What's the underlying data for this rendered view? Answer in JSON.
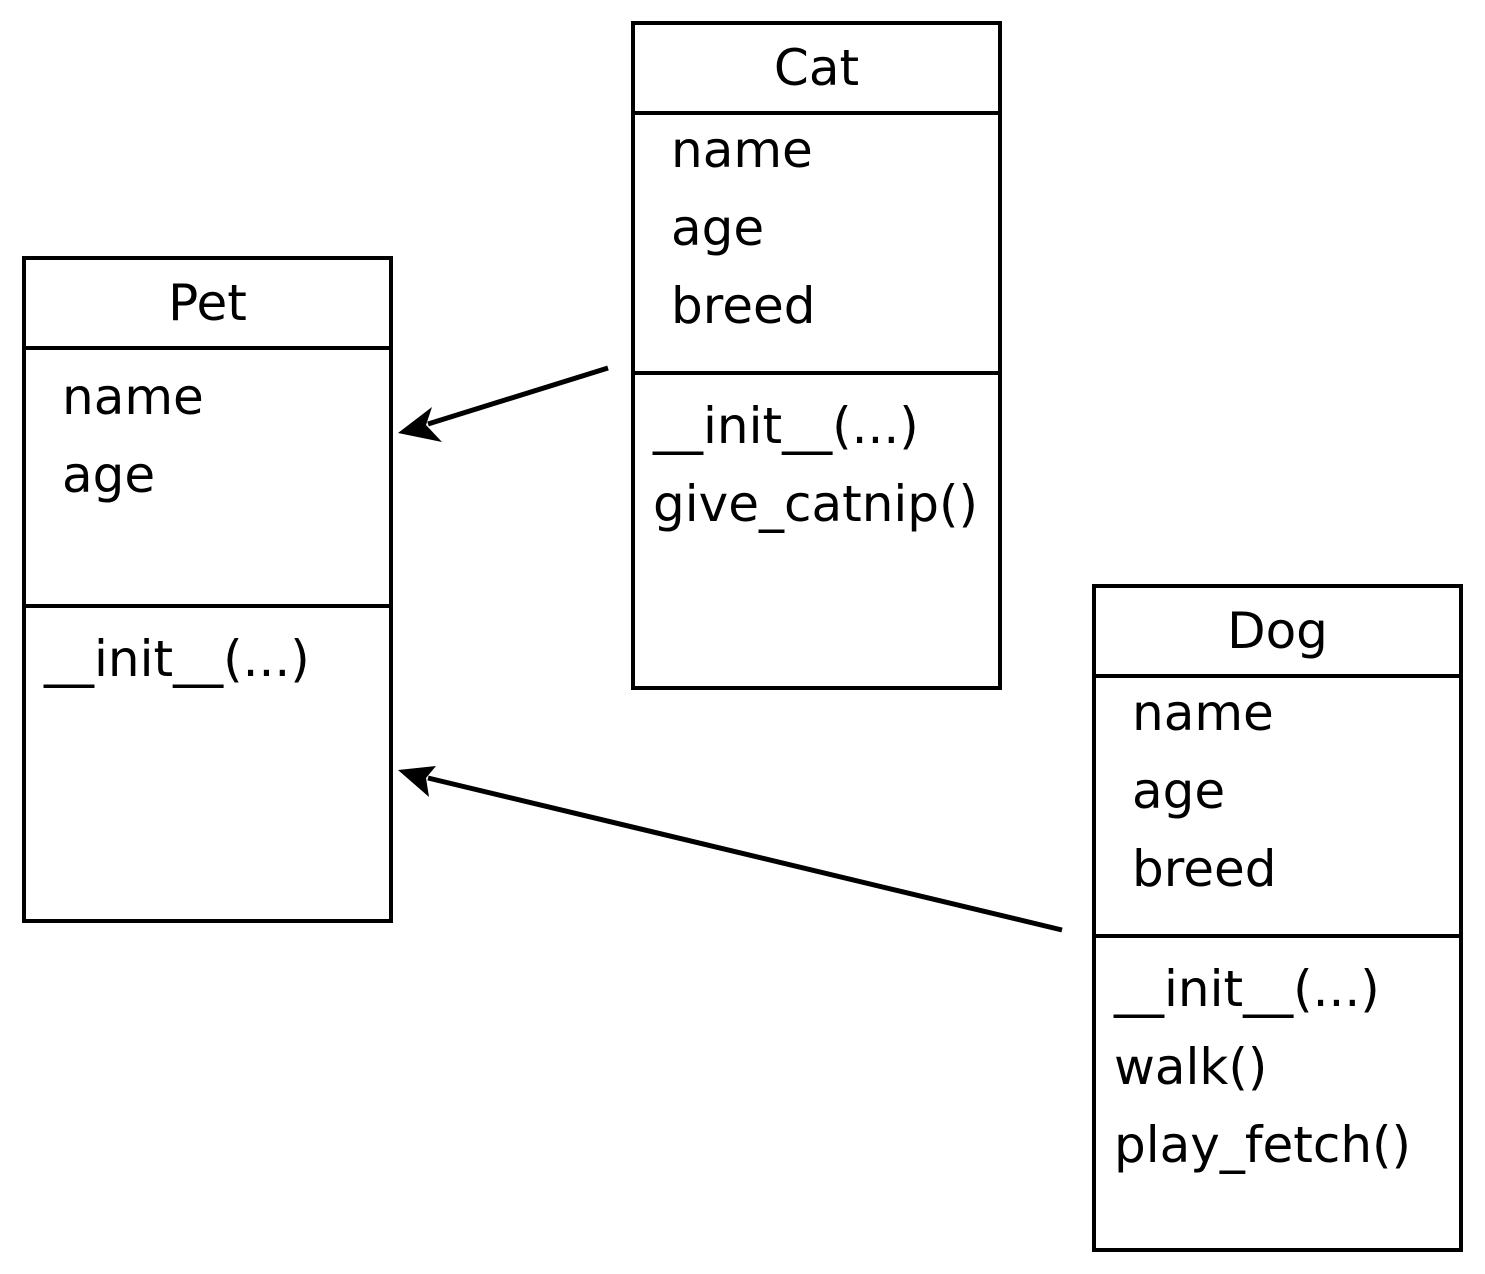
{
  "classes": {
    "pet": {
      "name": "Pet",
      "attributes": [
        "name",
        "age"
      ],
      "methods": [
        "__init__(...)"
      ]
    },
    "cat": {
      "name": "Cat",
      "attributes": [
        "name",
        "age",
        "breed"
      ],
      "methods": [
        "__init__(...)",
        "give_catnip()"
      ]
    },
    "dog": {
      "name": "Dog",
      "attributes": [
        "name",
        "age",
        "breed"
      ],
      "methods": [
        "__init__(...)",
        "walk()",
        "play_fetch()"
      ]
    }
  },
  "relations": [
    {
      "from": "Cat",
      "to": "Pet",
      "type": "inheritance"
    },
    {
      "from": "Dog",
      "to": "Pet",
      "type": "inheritance"
    }
  ]
}
